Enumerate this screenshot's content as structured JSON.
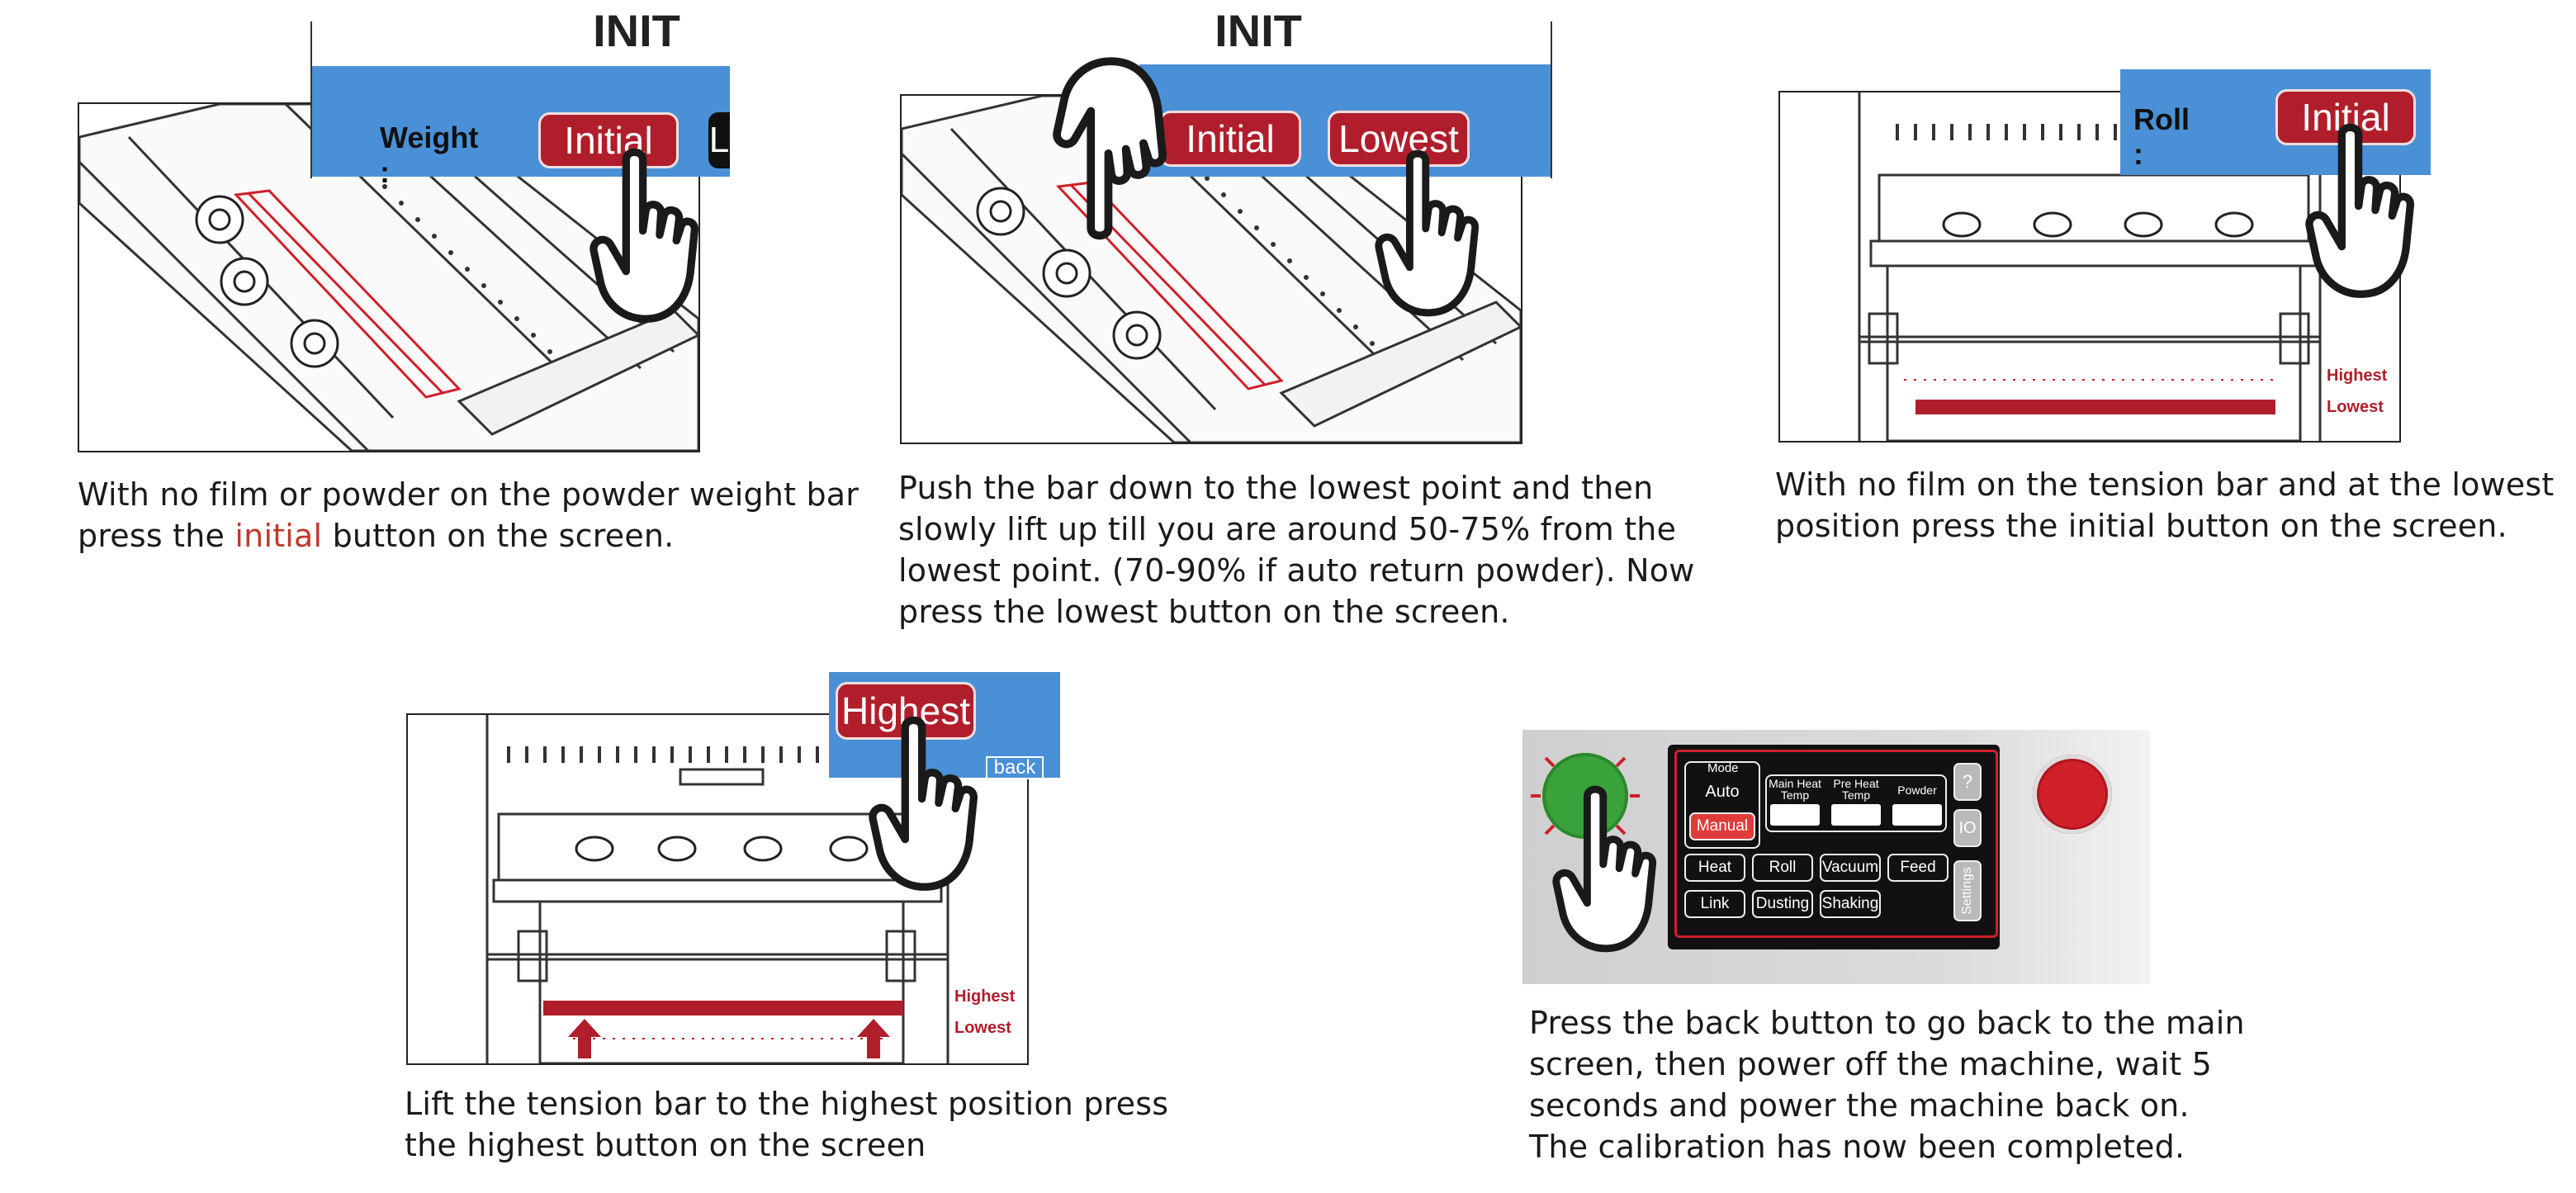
{
  "step1": {
    "partial_header": "INIT",
    "weight_label": "Weight :",
    "initial_button": "Initial",
    "partial_button": "L",
    "caption_part1": "With no film or powder on the powder weight bar press the ",
    "caption_highlight": "initial",
    "caption_part2": " button on the screen."
  },
  "step2": {
    "partial_header": "INIT",
    "initial_button": "Initial",
    "lowest_button": "Lowest",
    "caption": "Push the bar down to the lowest point and then slowly lift up till you are around 50-75% from the lowest point. (70-90% if auto return powder). Now press the lowest button on the screen."
  },
  "step3": {
    "roll_label": "Roll :",
    "initial_button": "Initial",
    "highest_label": "Highest",
    "lowest_label": "Lowest",
    "caption": "With no film on the tension bar and at the lowest position press the initial button on the screen."
  },
  "step4": {
    "highest_button": "Highest",
    "back_button": "back",
    "highest_label": "Highest",
    "lowest_label": "Lowest",
    "caption": "Lift the tension bar to the highest position press the highest button on the screen"
  },
  "step5": {
    "mode_label": "Mode",
    "auto_button": "Auto",
    "manual_button": "Manual",
    "main_heat_temp": "Main Heat Temp",
    "pre_heat_temp": "Pre Heat Temp",
    "powder": "Powder",
    "help_button": "?",
    "io_button": "IO",
    "settings_button": "Settings",
    "heat_button": "Heat",
    "roll_button": "Roll",
    "vacuum_button": "Vacuum",
    "feed_button": "Feed",
    "link_button": "Link",
    "dusting_button": "Dusting",
    "shaking_button": "Shaking",
    "caption": "Press the back button to go back to the main screen, then power off the machine, wait 5 seconds and power the machine back on. The calibration has now been completed."
  },
  "colors": {
    "blue": "#4a90d6",
    "red": "#b11e2b",
    "screen_red": "#d0202a",
    "power_green": "#3aa23a"
  }
}
